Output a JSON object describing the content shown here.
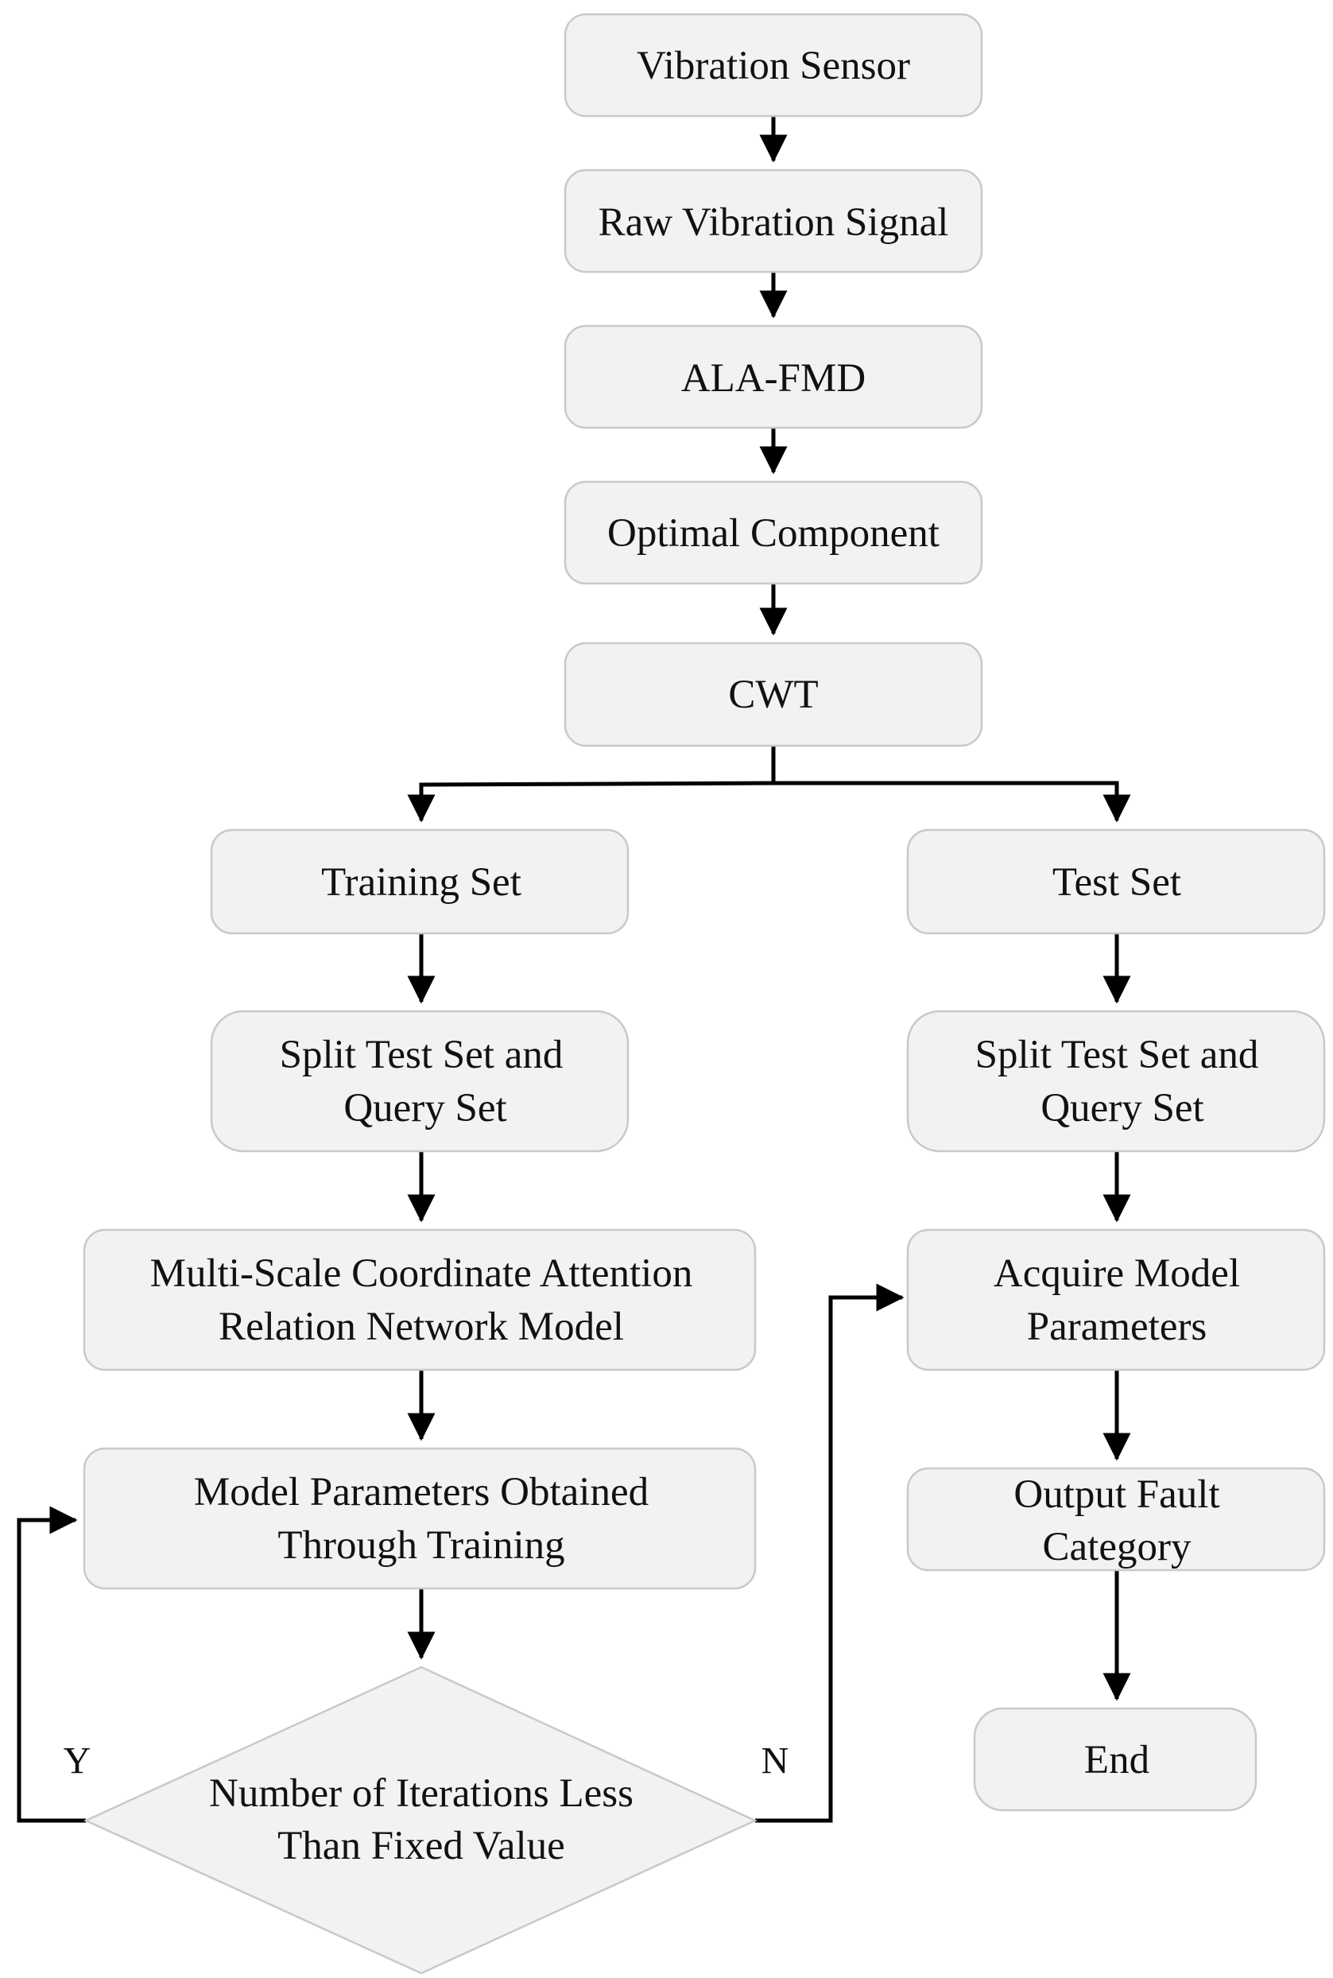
{
  "nodes": {
    "vibration_sensor": {
      "lines": [
        "Vibration Sensor"
      ]
    },
    "raw_vibration_signal": {
      "lines": [
        "Raw Vibration Signal"
      ]
    },
    "ala_fmd": {
      "lines": [
        "ALA-FMD"
      ]
    },
    "optimal_component": {
      "lines": [
        "Optimal Component"
      ]
    },
    "cwt": {
      "lines": [
        "CWT"
      ]
    },
    "training_set": {
      "lines": [
        "Training Set"
      ]
    },
    "test_set": {
      "lines": [
        "Test Set"
      ]
    },
    "split_train": {
      "lines": [
        "Split Test Set and",
        "Query Set"
      ]
    },
    "split_test": {
      "lines": [
        "Split Test Set and",
        "Query Set"
      ]
    },
    "mscarn_model": {
      "lines": [
        "Multi-Scale Coordinate Attention",
        "Relation Network Model"
      ]
    },
    "acquire_params": {
      "lines": [
        "Acquire Model",
        "Parameters"
      ]
    },
    "model_params_training": {
      "lines": [
        "Model Parameters Obtained",
        "Through Training"
      ]
    },
    "output_fault": {
      "lines": [
        "Output Fault",
        "Category"
      ]
    },
    "iterations_decision": {
      "lines": [
        "Number of Iterations Less",
        "Than Fixed Value"
      ]
    },
    "end": {
      "lines": [
        "End"
      ]
    }
  },
  "branch_labels": {
    "yes": "Y",
    "no": "N"
  },
  "colors": {
    "node_fill": "#f2f2f2",
    "node_stroke": "#c9c9c9",
    "connector": "#000000",
    "text": "#111111"
  }
}
